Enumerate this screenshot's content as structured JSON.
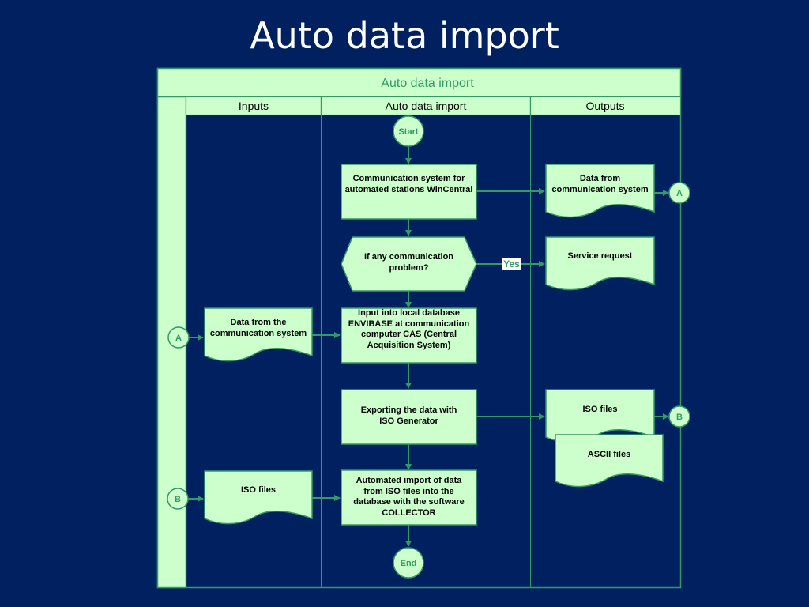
{
  "slide_title": "Auto data import",
  "pool_title": "Auto data import",
  "lanes": {
    "inputs": "Inputs",
    "process": "Auto data import",
    "outputs": "Outputs"
  },
  "terminals": {
    "start": "Start",
    "end": "End"
  },
  "process": {
    "communication_system": "Communication system for automated stations WinCentral",
    "decision": "If any communication problem?",
    "input_database": "Input into local database ENVIBASE at communication computer CAS (Central Acquisition System)",
    "exporting": "Exporting the data with ISO Generator",
    "automated_import": "Automated import of data from ISO files into the database with the software COLLECTOR"
  },
  "inputs": {
    "data_from_comm": "Data from the communication system",
    "iso_files": "ISO files"
  },
  "outputs": {
    "data_from_comm": "Data from communication system",
    "service_request": "Service request",
    "iso_files": "ISO files",
    "ascii_files": "ASCII  files"
  },
  "edge_labels": {
    "yes": "Yes"
  },
  "connectors": {
    "a": "A",
    "b": "B"
  },
  "colors": {
    "background": "#002060",
    "shape_fill": "#ccffcc",
    "shape_stroke": "#339966",
    "lane_header_text": "#000000",
    "pool_title_text": "#339966"
  }
}
